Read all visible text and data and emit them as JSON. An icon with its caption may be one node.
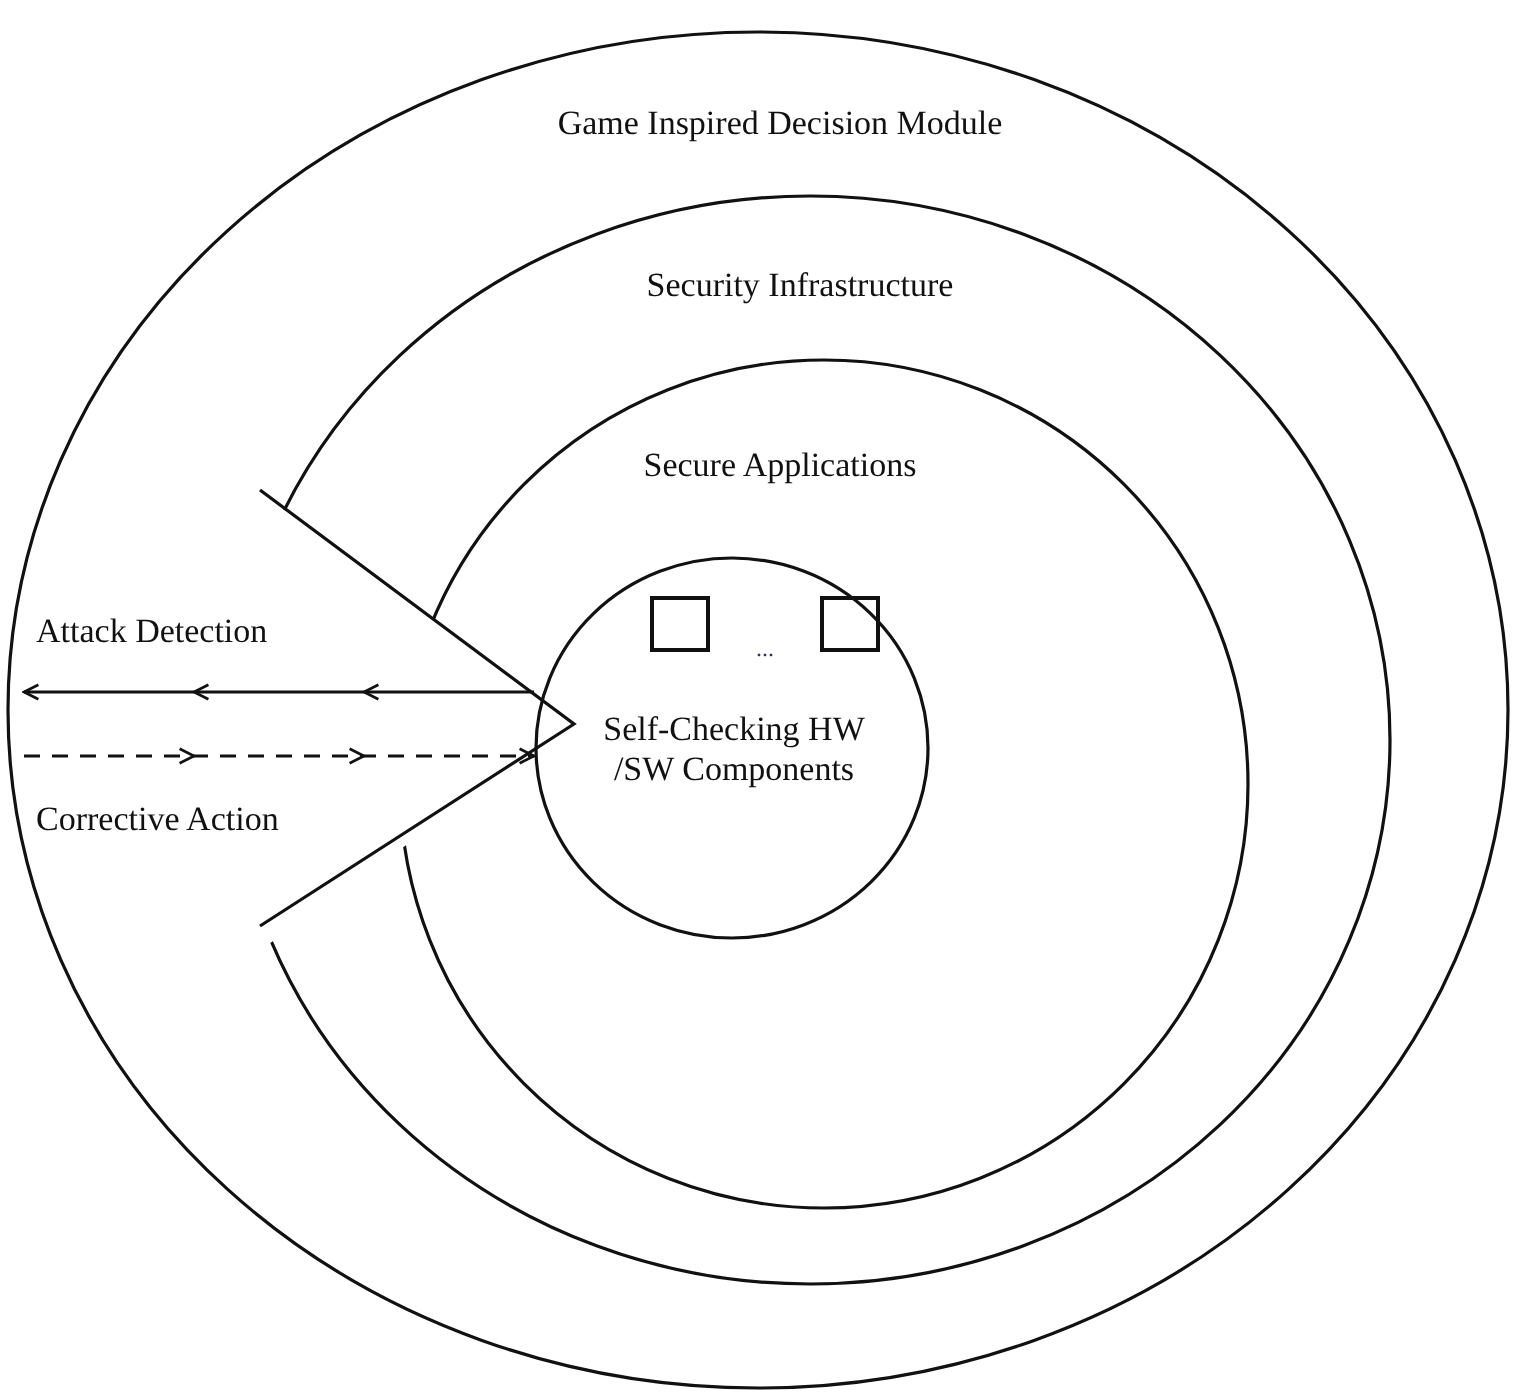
{
  "diagram": {
    "nodes": [
      {
        "text": [
          "Game Inspired Decision Module"
        ]
      },
      {
        "text": [
          "Security Infrastructure"
        ],
        "in": 0
      },
      {
        "text": [
          "Secure Applications"
        ],
        "in": 1
      },
      {
        "text": [
          "Self-Checking HW /SW Components"
        ],
        "in": 2
      },
      {
        "text": [],
        "shape": "box",
        "in": 3
      },
      {
        "text": [],
        "shape": "box",
        "in": 3
      }
    ],
    "edges": [
      {
        "from": 3,
        "to": 0,
        "arrow": "to",
        "label": "Attack Detection"
      },
      {
        "from": 0,
        "to": 3,
        "arrow": "to",
        "label": "Corrective Action",
        "style": "dashed"
      }
    ],
    "labels": [
      "..."
    ]
  }
}
